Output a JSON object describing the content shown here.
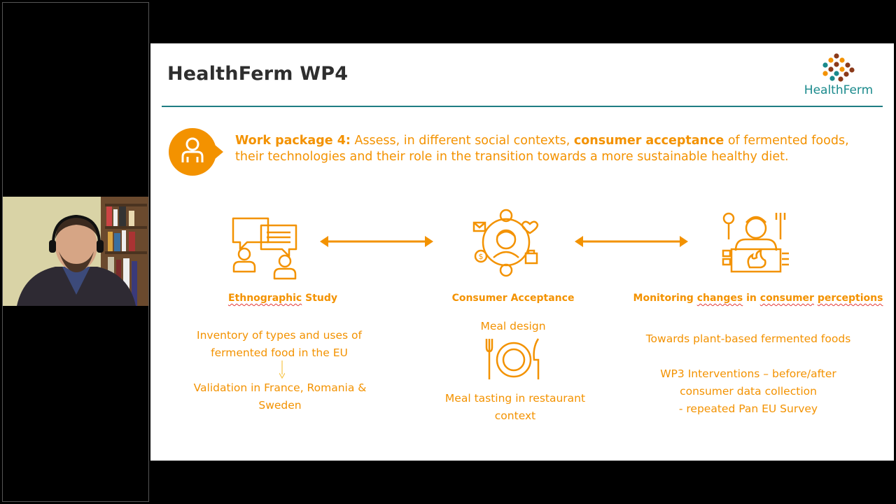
{
  "slide": {
    "title": "HealthFerm WP4",
    "logo_text": "HealthFerm",
    "wp_label": "Work package 4:",
    "wp_text_1": " Assess, in different social contexts, ",
    "wp_highlight": "consumer acceptance",
    "wp_text_2": " of fermented foods, their technologies and their role in the transition towards a more sustainable healthy diet.",
    "columns": [
      {
        "heading_a": "Ethnographic",
        "heading_b": " Study",
        "text_1": "Inventory of types and uses of fermented food in the EU",
        "text_2": "Validation in France, Romania & Sweden"
      },
      {
        "heading": "Consumer Acceptance",
        "text_1": "Meal design",
        "text_2": "Meal tasting in restaurant context"
      },
      {
        "heading_parts": [
          "Monitoring ",
          "changes",
          " in ",
          "consumer",
          " ",
          "perceptions"
        ],
        "text_1": "Towards plant-based fermented foods",
        "text_2": "WP3 Interventions – before/after consumer data collection",
        "text_3": "- repeated Pan EU Survey"
      }
    ]
  },
  "colors": {
    "accent": "#f39200",
    "title_rule": "#1f7d83",
    "logo_teal": "#1a8a8c",
    "logo_brown": "#8b3a1a",
    "title_text": "#2e2e2e"
  },
  "icons": {
    "person": "person-icon",
    "ethnography": "chat-people-icon",
    "consumer": "consumer-network-icon",
    "monitoring": "person-cooking-icon",
    "meal": "plate-cutlery-icon"
  }
}
